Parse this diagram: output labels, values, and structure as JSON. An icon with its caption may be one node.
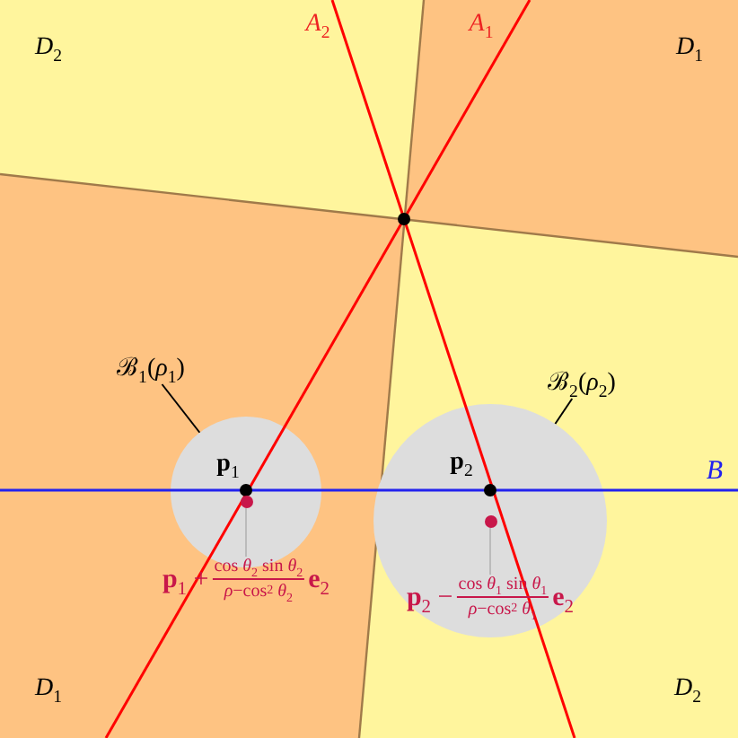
{
  "diagram": {
    "nodes": [
      {
        "text": [
          "ℬ$_{1}$(*ρ*$_{1}$)"
        ]
      },
      {
        "text": [],
        "shape": "circle"
      },
      {
        "text": [
          "ℬ$_{2}$(*ρ*$_{2}$)"
        ]
      },
      {
        "text": [],
        "shape": "circle"
      },
      {
        "text": [],
        "shape": "circle",
        "in": 1
      },
      {
        "text": [
          "**p**$_{1}$ +",
          "cos *θ*$_{2}$ sin *θ*$_{2}$",
          "*ρ*−cos$^{2}$ *θ*$_{2}$",
          "**e**$_{2}$"
        ]
      },
      {
        "text": [],
        "shape": "circle",
        "in": 3
      },
      {
        "text": [
          "**p**$_{2}$ −",
          "cos *θ*$_{1}$ sin *θ*$_{1}$",
          "*ρ*−cos$^{2}$ *θ*$_{1}$",
          "**e**$_{2}$"
        ],
        "in": 3
      }
    ],
    "edges": [
      {
        "from": 0,
        "to": 1,
        "arrow": "none"
      },
      {
        "from": 2,
        "to": 3,
        "arrow": "none"
      },
      {
        "from": 5,
        "to": 4,
        "arrow": "none",
        "color": "#bbbbbb"
      },
      {
        "from": 7,
        "to": 6,
        "arrow": "none",
        "color": "#bbbbbb"
      }
    ],
    "labels": [
      "*D*$_{2}$",
      "*A*$_{2}$",
      "*A*$_{1}$",
      "*D*$_{1}$",
      "**p**$_{1}$",
      "**p**$_{2}$",
      "*B*",
      "*D*$_{1}$",
      "*D*$_{2}$"
    ]
  }
}
